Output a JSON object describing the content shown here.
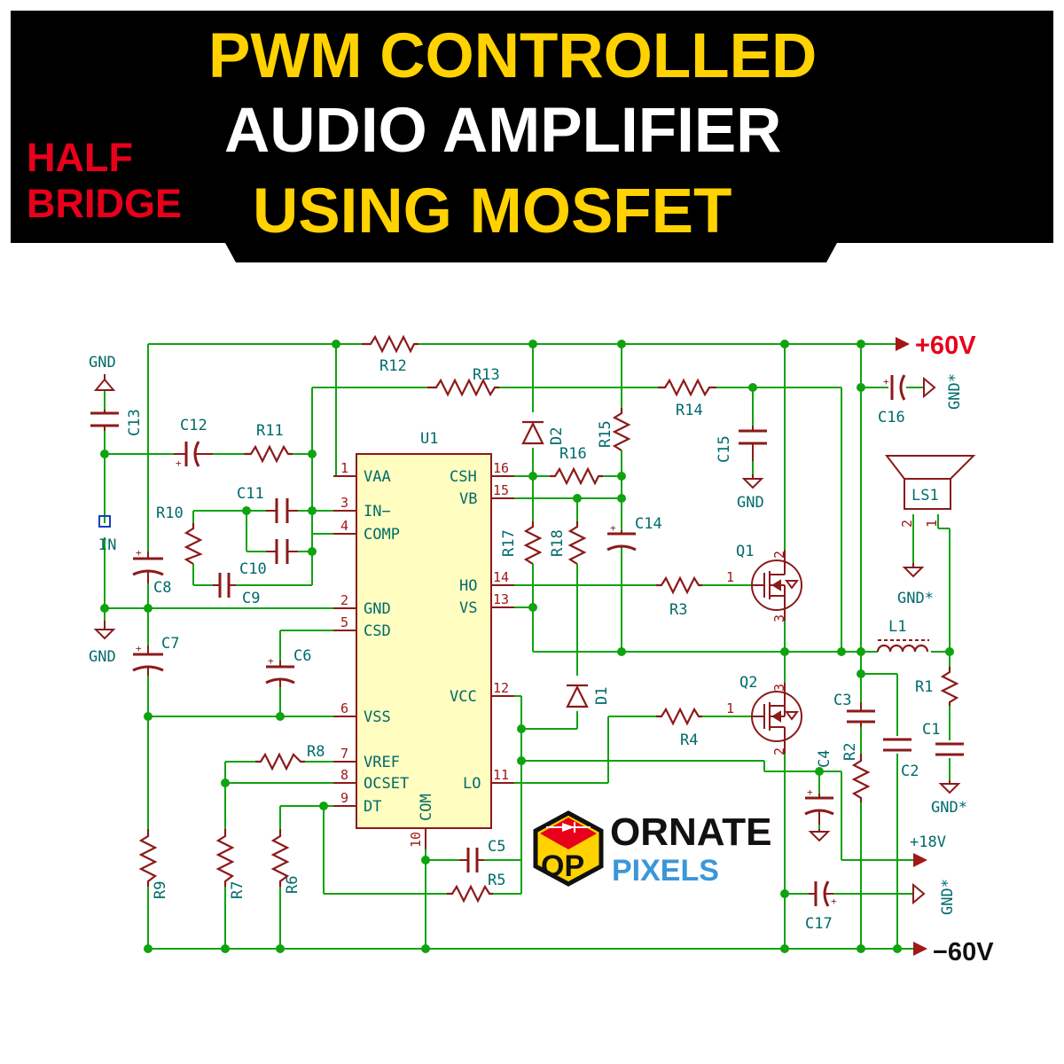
{
  "title": {
    "line1": "PWM CONTROLLED",
    "line2": "AUDIO AMPLIFIER",
    "line3": "USING  MOSFET",
    "side_line1": "HALF",
    "side_line2": "BRIDGE"
  },
  "colors": {
    "banner": "#000000",
    "title_yellow": "#ffd200",
    "title_white": "#ffffff",
    "side_red": "#e8001a",
    "wire": "#0fa30f",
    "component": "#8b1a1a",
    "ic_fill": "#fffdc0",
    "label": "#006b6b",
    "pin_number": "#a01818",
    "supply_arrow": "#a01818"
  },
  "ic": {
    "ref": "U1",
    "left_pins": [
      {
        "num": "1",
        "name": "VAA"
      },
      {
        "num": "3",
        "name": "IN−"
      },
      {
        "num": "4",
        "name": "COMP"
      },
      {
        "num": "2",
        "name": "GND"
      },
      {
        "num": "5",
        "name": "CSD"
      },
      {
        "num": "6",
        "name": "VSS"
      },
      {
        "num": "7",
        "name": "VREF"
      },
      {
        "num": "8",
        "name": "OCSET"
      },
      {
        "num": "9",
        "name": "DT"
      }
    ],
    "right_pins": [
      {
        "num": "16",
        "name": "CSH"
      },
      {
        "num": "15",
        "name": "VB"
      },
      {
        "num": "14",
        "name": "HO"
      },
      {
        "num": "13",
        "name": "VS"
      },
      {
        "num": "12",
        "name": "VCC"
      },
      {
        "num": "11",
        "name": "LO"
      }
    ],
    "bottom_pin": {
      "num": "10",
      "name": "COM"
    }
  },
  "components": {
    "resistors": [
      "R1",
      "R2",
      "R3",
      "R4",
      "R5",
      "R6",
      "R7",
      "R8",
      "R9",
      "R10",
      "R11",
      "R12",
      "R13",
      "R14",
      "R15",
      "R16",
      "R17",
      "R18"
    ],
    "capacitors": [
      "C1",
      "C2",
      "C3",
      "C4",
      "C5",
      "C6",
      "C7",
      "C8",
      "C9",
      "C10",
      "C11",
      "C12",
      "C13",
      "C14",
      "C15",
      "C16",
      "C17"
    ],
    "diodes": [
      "D1",
      "D2"
    ],
    "mosfets": [
      "Q1",
      "Q2"
    ],
    "inductor": "L1",
    "speaker": "LS1",
    "input": "IN"
  },
  "pin_labels": {
    "gate": "1",
    "drain": "2",
    "source": "3",
    "speaker_pin1": "1",
    "speaker_pin2": "2"
  },
  "power": {
    "pos_rail": "+60V",
    "neg_rail": "−60V",
    "aux_rail": "+18V",
    "gnd": "GND",
    "gnd_star": "GND*"
  },
  "logo": {
    "initials": "OP",
    "line1": "ORNATE",
    "line2": "PIXELS"
  }
}
